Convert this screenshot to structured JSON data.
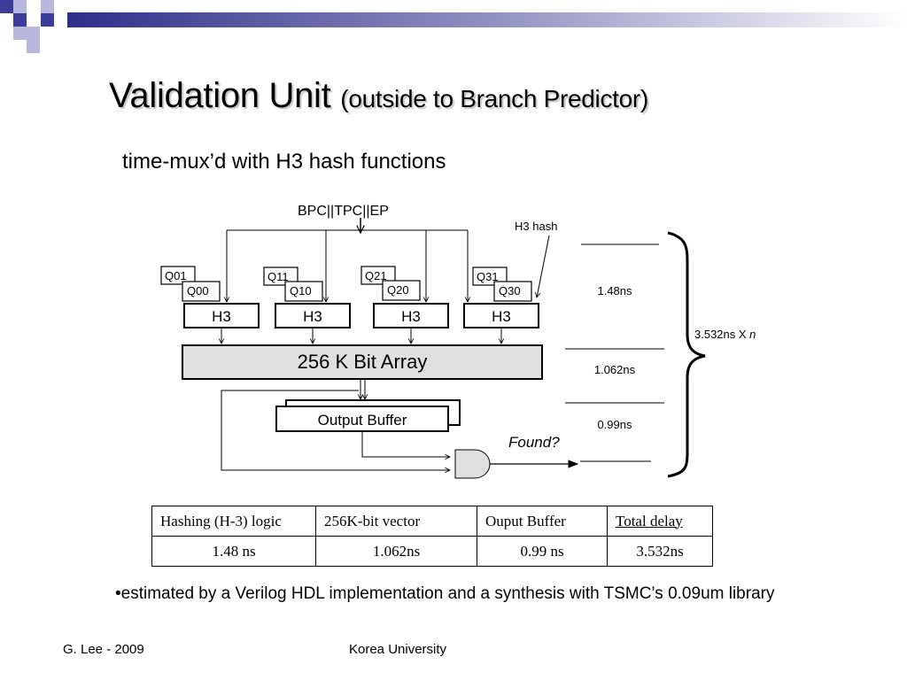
{
  "slide": {
    "title": "Validation Unit",
    "title_paren": "(outside to Branch Predictor)",
    "subtitle": "time-mux’d with H3 hash functions"
  },
  "diagram": {
    "input_label": "BPC||TPC||EP",
    "h3_hash_label": "H3 hash",
    "q_back": [
      "Q01",
      "Q11",
      "Q21",
      "Q31"
    ],
    "q_front": [
      "Q00",
      "Q10",
      "Q20",
      "Q30"
    ],
    "h3_label": "H3",
    "bit_array_label": "256 K Bit Array",
    "output_buffer_label": "Output Buffer",
    "found_label": "Found?",
    "timings": [
      "1.48ns",
      "1.062ns",
      "0.99ns"
    ],
    "total_label": "3.532ns X ",
    "total_var": "n"
  },
  "table": {
    "headers": [
      "Hashing (H-3) logic",
      "256K-bit vector",
      "Ouput Buffer",
      "Total delay"
    ],
    "values": [
      "1.48 ns",
      "1.062ns",
      "0.99 ns",
      "3.532ns"
    ]
  },
  "note": "•estimated by a Verilog HDL implementation and a synthesis with TSMC’s 0.09um library",
  "footer": {
    "left": "G. Lee - 2009",
    "center": "Korea University"
  },
  "colors": {
    "accent_squares": "#3c3c9a",
    "logo_light": "#b8b8dc",
    "bit_array_fill": "#e0e0e0"
  }
}
